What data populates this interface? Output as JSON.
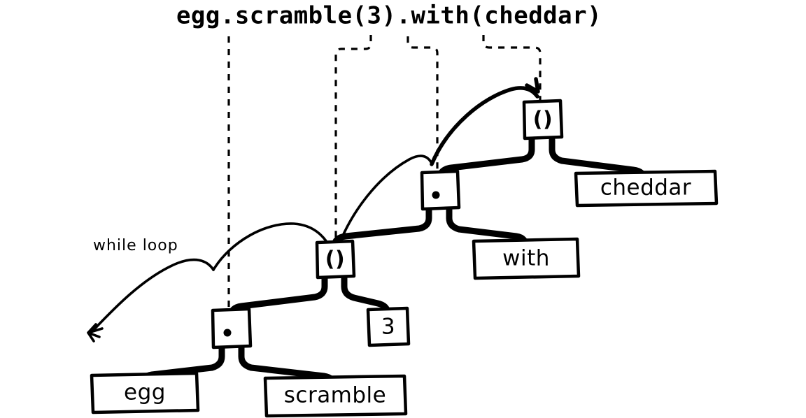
{
  "title": {
    "expression": "egg.scramble(3).with(cheddar)"
  },
  "annotations": [
    {
      "id": "while-loop",
      "label": "while loop"
    }
  ],
  "tree": {
    "nodes": [
      {
        "id": "call-outer",
        "label": "()",
        "kind": "call-node"
      },
      {
        "id": "dot-outer",
        "label": "•",
        "kind": "dot-node"
      },
      {
        "id": "call-inner",
        "label": "()",
        "kind": "call-node"
      },
      {
        "id": "dot-inner",
        "label": "•",
        "kind": "dot-node"
      }
    ],
    "leaves": [
      {
        "id": "leaf-egg",
        "label": "egg"
      },
      {
        "id": "leaf-scramble",
        "label": "scramble"
      },
      {
        "id": "leaf-three",
        "label": "3"
      },
      {
        "id": "leaf-with",
        "label": "with"
      },
      {
        "id": "leaf-cheddar",
        "label": "cheddar"
      }
    ]
  },
  "colors": {
    "ink": "#000000",
    "paper": "#ffffff"
  }
}
